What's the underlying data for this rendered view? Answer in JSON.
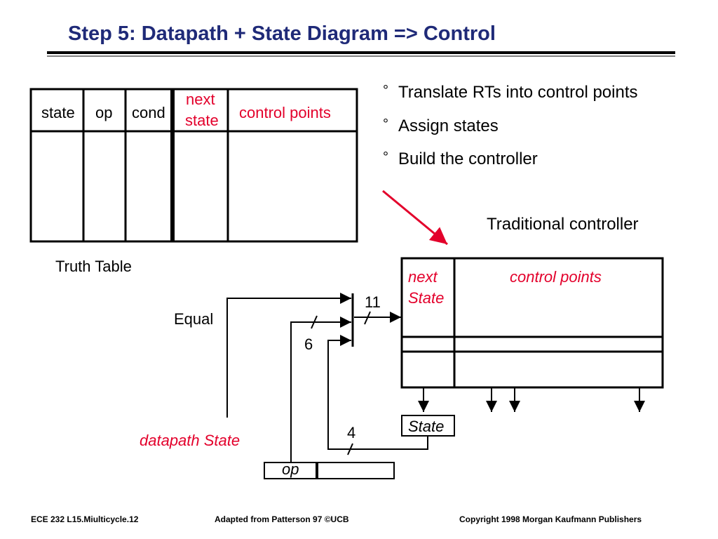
{
  "title": "Step 5: Datapath + State Diagram => Control",
  "bullets": [
    "Translate RTs into control points",
    "Assign states",
    "Build the controller"
  ],
  "bullet_marker": "°",
  "truth_table": {
    "headers": [
      "state",
      "op",
      "cond"
    ],
    "next_state_line1": "next",
    "next_state_line2": "state",
    "control_points": "control points",
    "caption": "Truth Table"
  },
  "controller": {
    "caption": "Traditional controller",
    "next_state_line1": "next",
    "next_state_line2": "State",
    "control_points": "control points",
    "state_register": "State",
    "opcode_box": "op"
  },
  "wires": {
    "equal_label": "Equal",
    "datapath_state_label": "datapath State",
    "width_11": "11",
    "width_6": "6",
    "width_4": "4"
  },
  "footer": {
    "left": "ECE 232  L15.Miulticycle.12",
    "center": "Adapted from Patterson 97 ©UCB",
    "right": "Copyright 1998 Morgan Kaufmann Publishers"
  },
  "colors": {
    "title": "#1f2a78",
    "accent_red": "#e3002b",
    "rule": "#000000"
  }
}
